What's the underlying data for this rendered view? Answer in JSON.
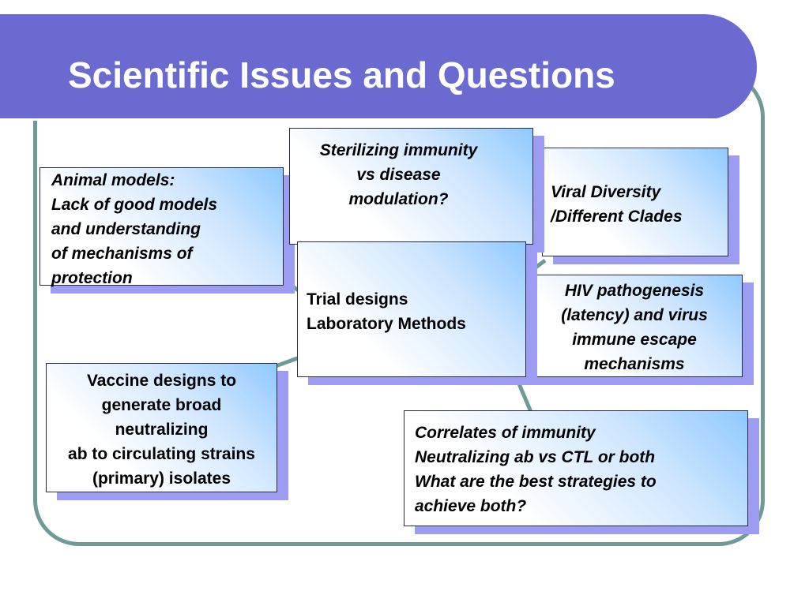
{
  "slide": {
    "title": "Scientific Issues and Questions"
  },
  "boxes": {
    "sterilizing": {
      "lines": [
        "Sterilizing immunity",
        "vs disease",
        "modulation?"
      ]
    },
    "viral_diversity": {
      "lines": [
        "Viral Diversity",
        "/Different Clades"
      ]
    },
    "animal_models": {
      "lines": [
        "Animal models:",
        "Lack of good models",
        "and understanding",
        "of mechanisms of",
        "protection"
      ]
    },
    "trial_designs": {
      "lines": [
        "Trial designs",
        "Laboratory Methods"
      ]
    },
    "hiv_pathogenesis": {
      "lines": [
        "HIV pathogenesis",
        "(latency) and virus",
        "immune escape",
        "mechanisms"
      ]
    },
    "vaccine_designs": {
      "lines": [
        "Vaccine designs to",
        "generate broad",
        "neutralizing",
        "ab to circulating strains",
        "(primary) isolates"
      ]
    },
    "correlates": {
      "lines": [
        "Correlates of immunity",
        "Neutralizing ab vs CTL or both",
        "What are the best strategies to",
        "achieve both?"
      ]
    }
  },
  "colors": {
    "title_band": "#6a6ad0",
    "frame": "#6f9a96",
    "box_shadow": "#9c9cf2",
    "box_gradient_accent": "#8fc9ff"
  }
}
